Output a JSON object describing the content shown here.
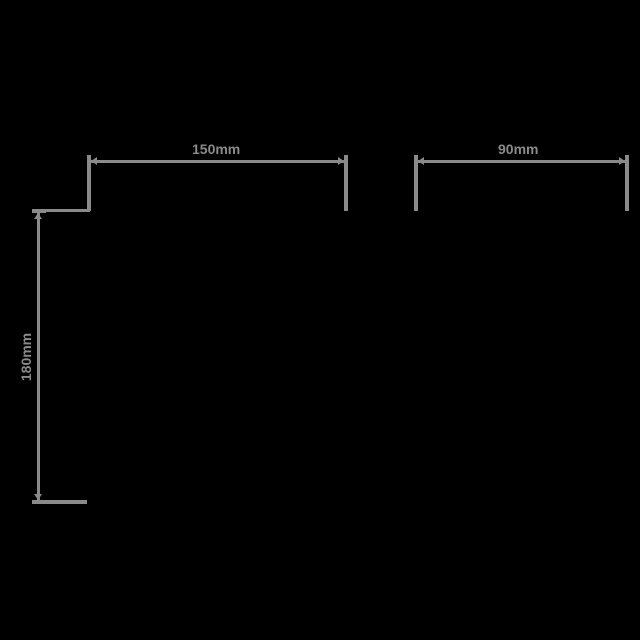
{
  "colors": {
    "background": "#000000",
    "line": "#8a8a8a"
  },
  "dimensions": {
    "top_left": {
      "label": "150mm",
      "orientation": "horizontal"
    },
    "top_right": {
      "label": "90mm",
      "orientation": "horizontal"
    },
    "left_vertical": {
      "label": "180mm",
      "orientation": "vertical"
    }
  }
}
